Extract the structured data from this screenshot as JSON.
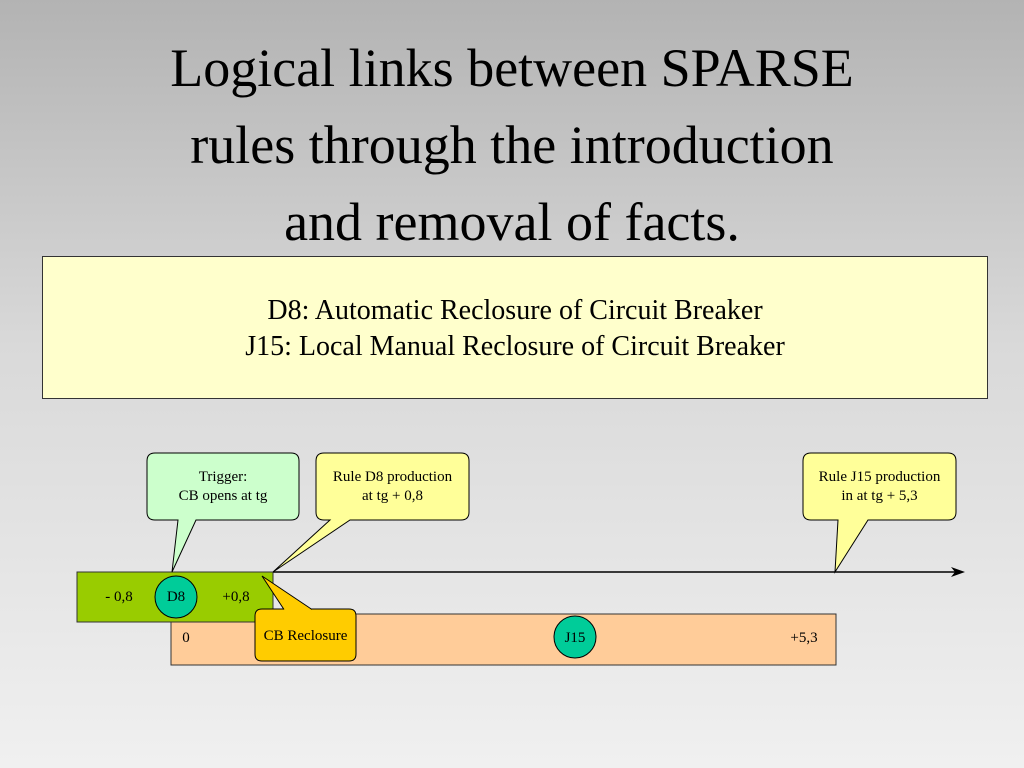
{
  "title": {
    "line1": "Logical links between SPARSE",
    "line2": "rules through the introduction",
    "line3": "and removal of facts."
  },
  "infobox": {
    "line1": "D8: Automatic Reclosure of Circuit Breaker",
    "line2": "J15: Local Manual Reclosure of Circuit Breaker"
  },
  "callouts": {
    "trigger": {
      "line1": "Trigger:",
      "line2": "CB opens at tg"
    },
    "rule_d8": {
      "line1": "Rule D8 production",
      "line2": "at tg + 0,8"
    },
    "rule_j15": {
      "line1": "Rule J15 production",
      "line2": "in at tg + 5,3"
    },
    "cb_reclosure": "CB Reclosure"
  },
  "green_bar": {
    "start_label": "- 0,8",
    "node": "D8",
    "end_label": "+0,8"
  },
  "orange_bar": {
    "start_label": "0",
    "node": "J15",
    "end_label": "+5,3"
  },
  "colors": {
    "infobox_bg": "#ffffcc",
    "trigger_bubble": "#ccffcc",
    "rule_bubble": "#ffff99",
    "green_bar": "#99cc00",
    "orange_bar": "#ffcc99",
    "node_fill": "#00cc99",
    "cb_reclosure": "#ffcc00"
  }
}
